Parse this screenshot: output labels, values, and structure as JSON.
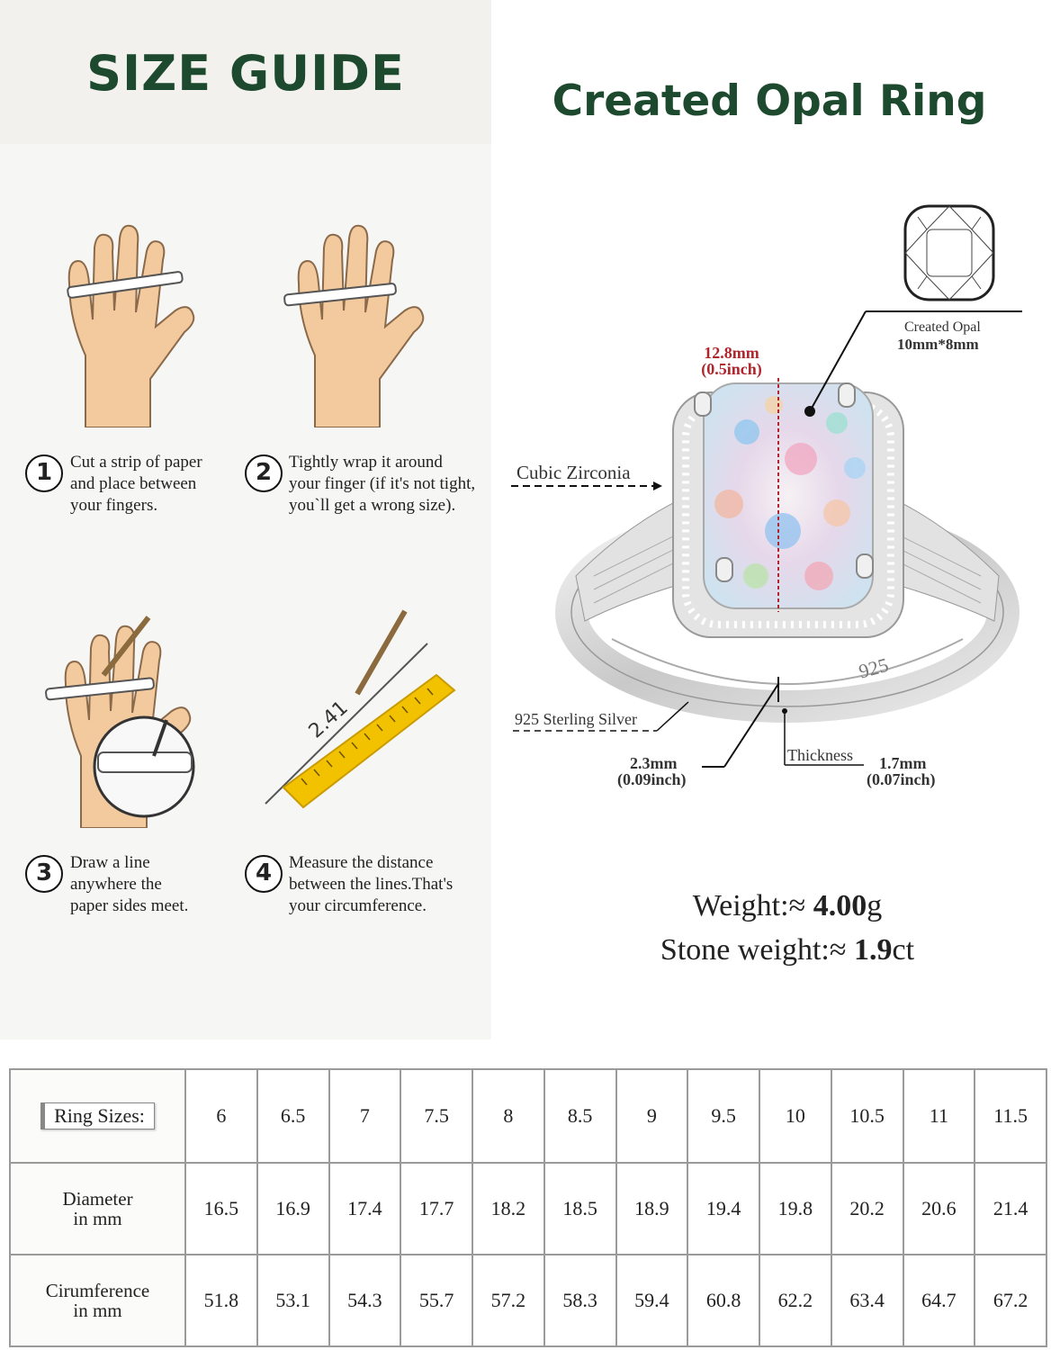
{
  "size_guide": {
    "title": "SIZE GUIDE",
    "steps": [
      {
        "number": "1",
        "text": "Cut a strip of paper\nand place between\nyour fingers."
      },
      {
        "number": "2",
        "text": "Tightly wrap it around\nyour finger (if it's not tight,\nyou`ll get a wrong size)."
      },
      {
        "number": "3",
        "text": "Draw a line\nanywhere the\npaper sides meet."
      },
      {
        "number": "4",
        "text": "Measure the distance\nbetween the lines.That's\nyour circumference."
      }
    ],
    "ruler_label": "2.41"
  },
  "ring": {
    "title": "Created Opal Ring",
    "stone_label": "Created Opal",
    "stone_size": "10mm*8mm",
    "width_mm": "12.8mm",
    "width_inch": "(0.5inch)",
    "cubic_zirconia": "Cubic Zirconia",
    "sterling": "925 Sterling Silver",
    "hallmark": "925",
    "band_mm": "2.3mm",
    "band_inch": "(0.09inch)",
    "thickness_label": "Thickness",
    "thickness_mm": "1.7mm",
    "thickness_inch": "(0.07inch)",
    "weight_label": "Weight:≈",
    "weight_value": "4.00",
    "weight_unit": "g",
    "stone_weight_label": "Stone weight:≈",
    "stone_weight_value": "1.9",
    "stone_weight_unit": "ct"
  },
  "colors": {
    "title_green": "#1d4a2f",
    "accent_red": "#b0252c",
    "ruler_yellow": "#f2c200",
    "skin": "#f3c99e"
  },
  "size_table": {
    "header_label": "Ring Sizes:",
    "sizes": [
      "6",
      "6.5",
      "7",
      "7.5",
      "8",
      "8.5",
      "9",
      "9.5",
      "10",
      "10.5",
      "11",
      "11.5"
    ],
    "diameter_label_1": "Diameter",
    "diameter_label_2": "in mm",
    "diameters": [
      "16.5",
      "16.9",
      "17.4",
      "17.7",
      "18.2",
      "18.5",
      "18.9",
      "19.4",
      "19.8",
      "20.2",
      "20.6",
      "21.4"
    ],
    "circ_label_1": "Cirumference",
    "circ_label_2": "in mm",
    "circumferences": [
      "51.8",
      "53.1",
      "54.3",
      "55.7",
      "57.2",
      "58.3",
      "59.4",
      "60.8",
      "62.2",
      "63.4",
      "64.7",
      "67.2"
    ]
  }
}
